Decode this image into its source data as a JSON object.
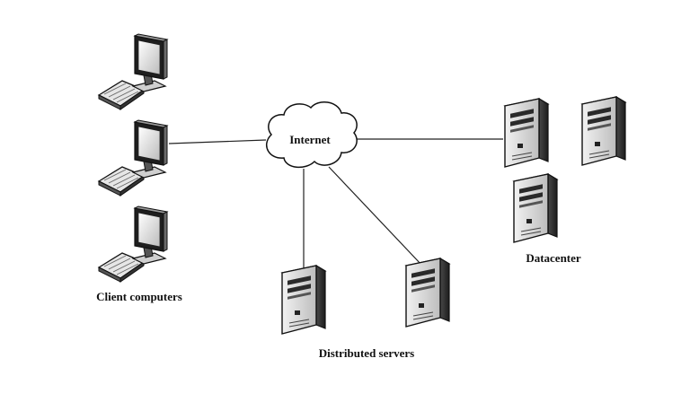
{
  "diagram": {
    "cloud_label": "Internet",
    "labels": {
      "clients": "Client computers",
      "distributed": "Distributed servers",
      "datacenter": "Datacenter"
    },
    "icons": {
      "client": "desktop-computer-icon",
      "server": "tower-server-icon",
      "cloud": "cloud-icon"
    },
    "colors": {
      "line": "#222222",
      "body": "#d9d9d9",
      "dark": "#3a3a3a"
    }
  }
}
